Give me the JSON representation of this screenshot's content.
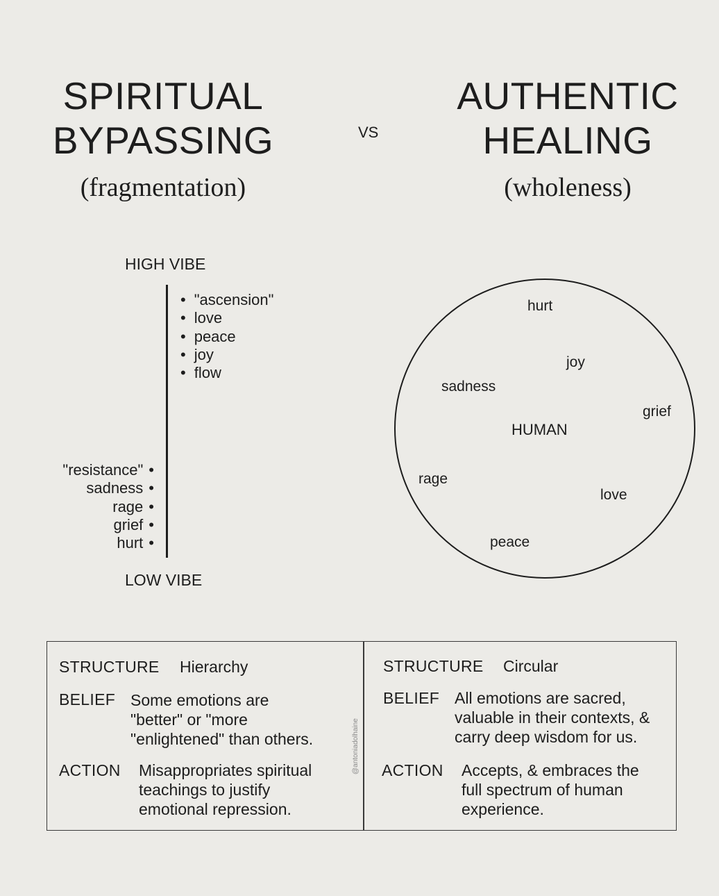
{
  "left": {
    "title_line1": "SPIRITUAL",
    "title_line2": "BYPASSING",
    "subtitle": "(fragmentation)",
    "high_label": "HIGH VIBE",
    "low_label": "LOW VIBE",
    "high_items": [
      "\"ascension\"",
      "love",
      "peace",
      "joy",
      "flow"
    ],
    "low_items": [
      "\"resistance\"",
      "sadness",
      "rage",
      "grief",
      "hurt"
    ]
  },
  "vs": "VS",
  "right": {
    "title_line1": "AUTHENTIC",
    "title_line2": "HEALING",
    "subtitle": "(wholeness)",
    "center": "HUMAN",
    "emotions": {
      "hurt": "hurt",
      "joy": "joy",
      "sadness": "sadness",
      "grief": "grief",
      "rage": "rage",
      "love": "love",
      "peace": "peace"
    }
  },
  "table": {
    "left": {
      "structure_label": "STRUCTURE",
      "structure_value": "Hierarchy",
      "belief_label": "BELIEF",
      "belief_lines": [
        "Some emotions are",
        "\"better\" or \"more",
        "\"enlightened\" than others."
      ],
      "action_label": "ACTION",
      "action_lines": [
        "Misappropriates spiritual",
        "teachings to justify",
        "emotional repression."
      ]
    },
    "right": {
      "structure_label": "STRUCTURE",
      "structure_value": "Circular",
      "belief_label": "BELIEF",
      "belief_lines": [
        "All emotions are sacred,",
        "valuable in their contexts, &",
        "carry deep wisdom for us."
      ],
      "action_label": "ACTION",
      "action_lines": [
        "Accepts, & embraces the",
        "full spectrum of human",
        "experience."
      ]
    }
  },
  "watermark": "@antoniadolhaine"
}
